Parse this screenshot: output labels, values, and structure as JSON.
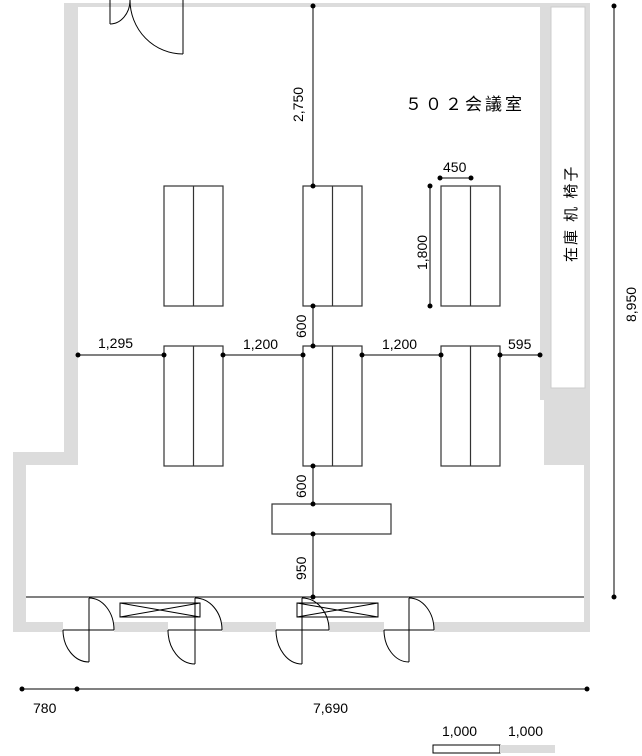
{
  "room": {
    "title": "５０２会議室",
    "storage_label": "在庫 机 椅子"
  },
  "dimensions": {
    "top_to_tables": "2,750",
    "table_width": "450",
    "table_length": "1,800",
    "wall_to_table": "1,295",
    "gap_left": "1,200",
    "gap_right": "1,200",
    "right_clearance": "595",
    "row_gap": "600",
    "row_to_podium": "600",
    "podium_to_wall": "950",
    "room_depth": "8,950",
    "bottom_offset": "780",
    "room_width": "7,690"
  },
  "scale_bar": {
    "segment1": "1,000",
    "segment2": "1,000"
  }
}
